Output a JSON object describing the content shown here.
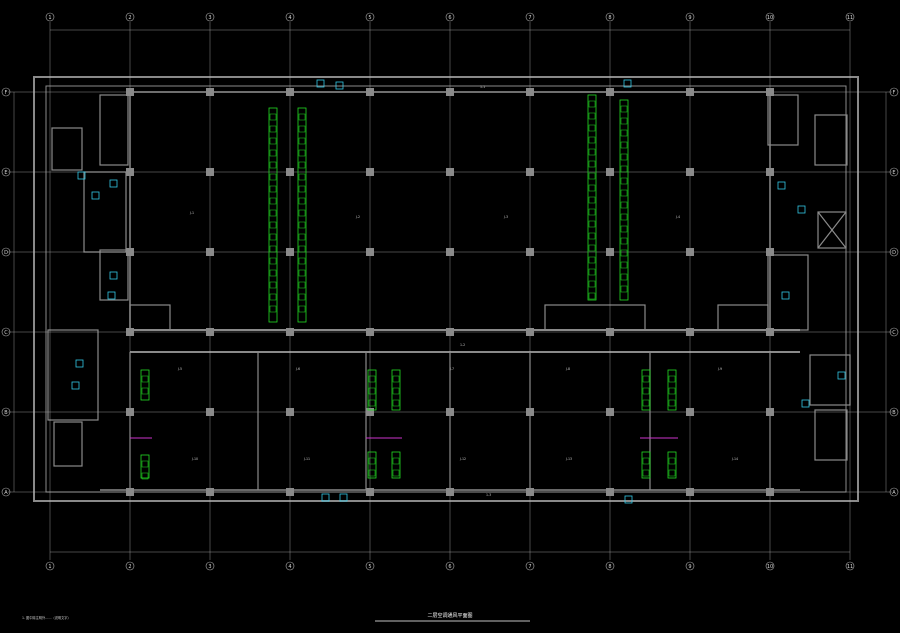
{
  "drawing": {
    "column_grid_labels": [
      "1",
      "2",
      "3",
      "4",
      "5",
      "6",
      "7",
      "8",
      "9",
      "10",
      "11"
    ],
    "row_grid_labels": [
      "F",
      "E",
      "D",
      "C",
      "B",
      "A"
    ],
    "room_tags": [
      "J-1",
      "J-2",
      "J-3",
      "J-4",
      "J-5",
      "J-6",
      "J-7",
      "J-8",
      "J-9",
      "J-10",
      "J-11",
      "J-12",
      "J-13",
      "J-14"
    ],
    "corridor_tags": [
      "1-1",
      "1-2",
      "1-3"
    ],
    "notes_line": "1. 图中除注明外……（说明文字）",
    "title": "二层空调通风平面图"
  },
  "colors": {
    "background": "#000000",
    "wall": "#8a8a8a",
    "grid": "#b0b0b0",
    "duct": "#22dd22",
    "equipment": "#33c8e6",
    "accent": "#cc33cc",
    "text": "#d8d8d8"
  }
}
